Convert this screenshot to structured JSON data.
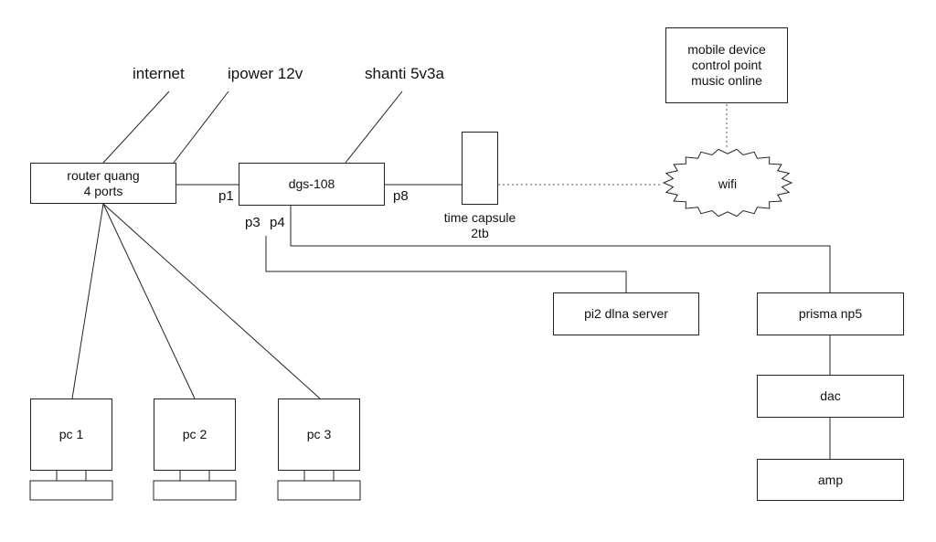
{
  "labels": {
    "internet": "internet",
    "ipower": "ipower 12v",
    "shanti": "shanti 5v3a",
    "p1": "p1",
    "p3": "p3",
    "p4": "p4",
    "p8": "p8"
  },
  "nodes": {
    "router": [
      "router quang",
      "4 ports"
    ],
    "switch": "dgs-108",
    "time_capsule": [
      "time capsule",
      "2tb"
    ],
    "mobile": [
      "mobile device",
      "control point",
      "music online"
    ],
    "wifi": "wifi",
    "pi2": "pi2 dlna server",
    "prisma": "prisma np5",
    "dac": "dac",
    "amp": "amp",
    "pc1": "pc 1",
    "pc2": "pc 2",
    "pc3": "pc 3"
  }
}
